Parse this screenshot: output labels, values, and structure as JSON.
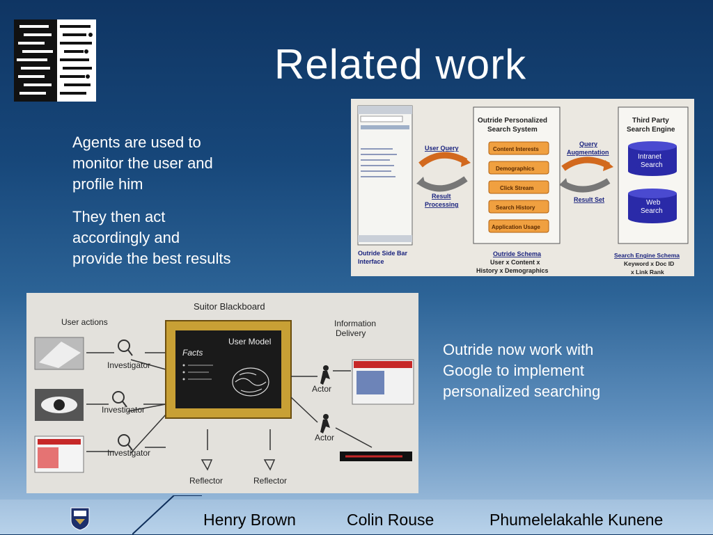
{
  "slide": {
    "title": "Related work",
    "bullets_left": [
      "Agents are used to monitor the user and profile him",
      "They then act accordingly and provide the best results"
    ],
    "bullet_right": "Outride now work with Google to implement personalized searching",
    "footer": {
      "author1": "Henry Brown",
      "author2": "Colin Rouse",
      "author3": "Phumelelakahle Kunene"
    }
  },
  "diagram_outride": {
    "left_panel_caption": [
      "Outride Side Bar",
      "Interface"
    ],
    "user_query": "User Query",
    "result_processing": [
      "Result",
      "Processing"
    ],
    "system_title": [
      "Outride Personalized",
      "Search System"
    ],
    "boxes": [
      "Content Interests",
      "Demographics",
      "Click Stream",
      "Search History",
      "Application Usage"
    ],
    "schema": [
      "Outride Schema",
      "User x Content x",
      "History x Demographics"
    ],
    "query_augmentation": [
      "Query",
      "Augmentation"
    ],
    "result_set": "Result Set",
    "third_party": [
      "Third Party",
      "Search Engine"
    ],
    "intranet": [
      "Intranet",
      "Search"
    ],
    "web": [
      "Web",
      "Search"
    ],
    "engine_schema": [
      "Search Engine Schema",
      "Keyword x Doc ID",
      "x Link Rank"
    ]
  },
  "diagram_suitor": {
    "title": "Suitor Blackboard",
    "user_actions": "User actions",
    "investigator": "Investigator",
    "info_delivery": [
      "Information",
      "Delivery"
    ],
    "user_model": "User Model",
    "facts": "Facts",
    "actor": "Actor",
    "reflector": "Reflector"
  }
}
